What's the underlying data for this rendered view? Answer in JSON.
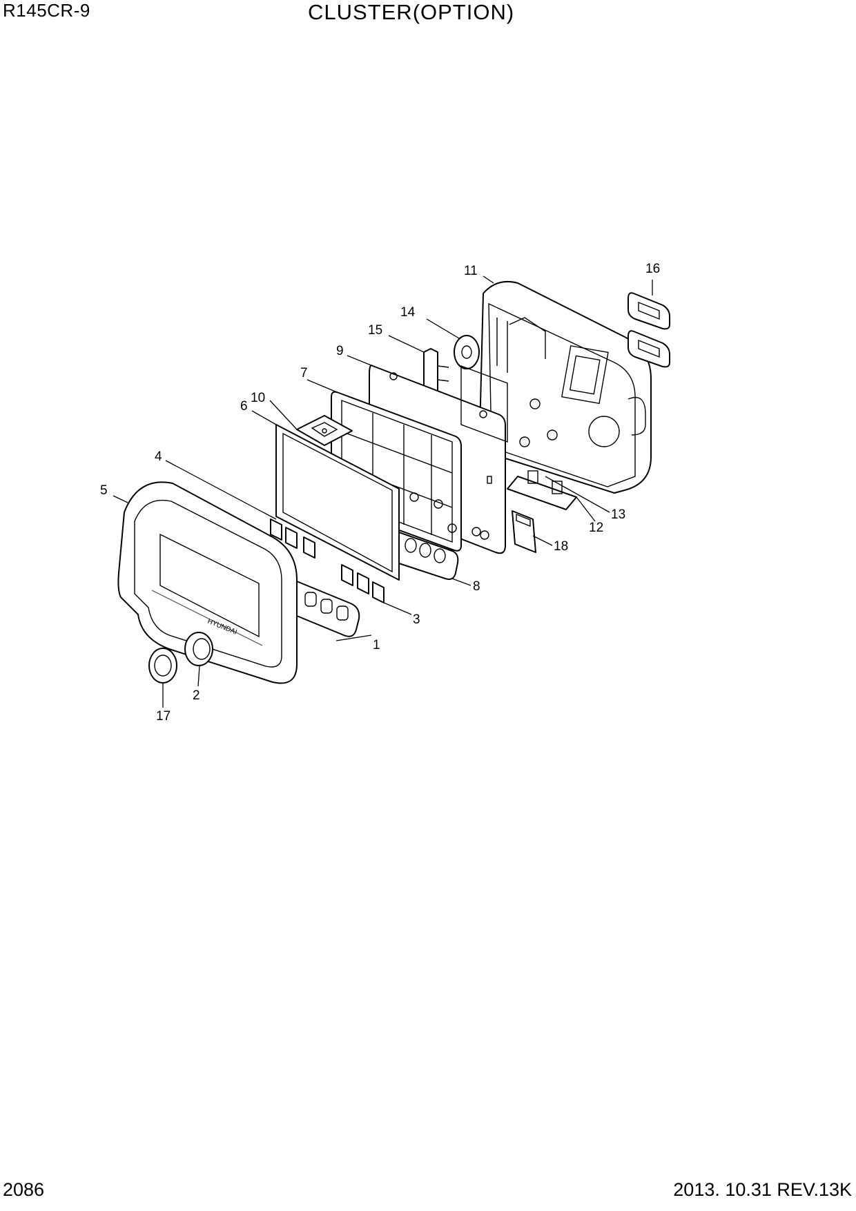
{
  "header": {
    "model": "R145CR-9",
    "title": "CLUSTER(OPTION)"
  },
  "footer": {
    "page_number": "2086",
    "revision": "2013. 10.31 REV.13K"
  },
  "callouts": {
    "c1": "1",
    "c2": "2",
    "c3": "3",
    "c4": "4",
    "c5": "5",
    "c6": "6",
    "c7": "7",
    "c8": "8",
    "c9": "9",
    "c10": "10",
    "c11": "11",
    "c12": "12",
    "c13": "13",
    "c14": "14",
    "c15": "15",
    "c16": "16",
    "c17": "17",
    "c18": "18"
  }
}
